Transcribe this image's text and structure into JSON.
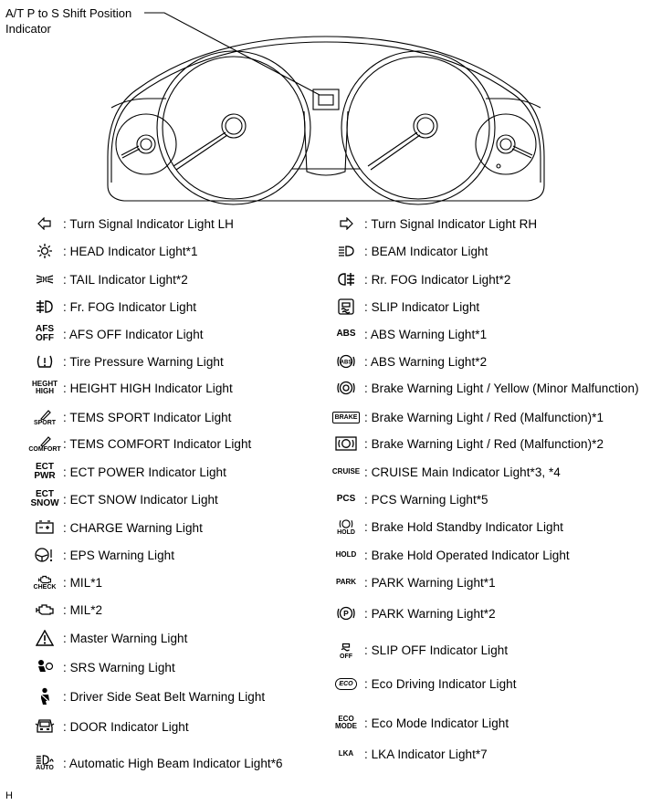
{
  "callout": {
    "line1": "A/T P to S Shift Position",
    "line2": "Indicator"
  },
  "footer": "H",
  "left": [
    {
      "icon": "turn-signal-left-icon",
      "label": ": Turn Signal Indicator Light LH"
    },
    {
      "icon": "headlight-sun-icon",
      "label": ": HEAD Indicator Light*1"
    },
    {
      "icon": "tail-light-icon",
      "label": ": TAIL Indicator Light*2"
    },
    {
      "icon": "front-fog-icon",
      "label": ": Fr. FOG Indicator Light"
    },
    {
      "icon": "afs-off-icon",
      "sym1": "AFS",
      "sym2": "OFF",
      "label": ": AFS OFF Indicator Light"
    },
    {
      "icon": "tire-pressure-icon",
      "label": ": Tire Pressure Warning Light"
    },
    {
      "icon": "height-high-icon",
      "sym1": "HEGHT",
      "sym2": "HIGH",
      "label": ": HEIGHT HIGH Indicator Light"
    },
    {
      "icon": "tems-sport-icon",
      "sym2": "SPORT",
      "label": ": TEMS SPORT Indicator Light"
    },
    {
      "icon": "tems-comfort-icon",
      "sym2": "COMFORT",
      "label": ": TEMS COMFORT Indicator Light"
    },
    {
      "icon": "ect-power-icon",
      "sym1": "ECT",
      "sym2": "PWR",
      "label": ": ECT POWER Indicator Light"
    },
    {
      "icon": "ect-snow-icon",
      "sym1": "ECT",
      "sym2": "SNOW",
      "label": ": ECT SNOW Indicator Light"
    },
    {
      "icon": "battery-icon",
      "label": ": CHARGE Warning Light"
    },
    {
      "icon": "eps-steering-icon",
      "label": ": EPS Warning Light"
    },
    {
      "icon": "check-engine-icon",
      "sym2": "CHECK",
      "label": ": MIL*1"
    },
    {
      "icon": "engine-icon",
      "label": ": MIL*2"
    },
    {
      "icon": "master-warning-icon",
      "label": ": Master Warning Light"
    },
    {
      "icon": "srs-airbag-icon",
      "label": ": SRS Warning Light"
    },
    {
      "icon": "seat-belt-icon",
      "label": ": Driver Side Seat Belt Warning Light"
    },
    {
      "icon": "door-icon",
      "label": ": DOOR Indicator Light"
    },
    {
      "icon": "auto-high-beam-icon",
      "sym2": "AUTO",
      "label": ": Automatic High Beam Indicator Light*6"
    }
  ],
  "right": [
    {
      "icon": "turn-signal-right-icon",
      "label": ": Turn Signal Indicator Light RH"
    },
    {
      "icon": "high-beam-icon",
      "label": ": BEAM Indicator Light"
    },
    {
      "icon": "rear-fog-icon",
      "label": ": Rr. FOG Indicator Light*2"
    },
    {
      "icon": "slip-icon",
      "label": ": SLIP Indicator Light"
    },
    {
      "icon": "abs-text-icon",
      "sym1": "ABS",
      "label": ": ABS Warning Light*1"
    },
    {
      "icon": "abs-circle-icon",
      "label": ": ABS Warning Light*2"
    },
    {
      "icon": "brake-yellow-icon",
      "label": ": Brake Warning Light / Yellow (Minor Malfunction)"
    },
    {
      "icon": "brake-text-icon",
      "sym1": "BRAKE",
      "label": ": Brake Warning Light / Red (Malfunction)*1"
    },
    {
      "icon": "brake-circle-box-icon",
      "label": ": Brake Warning Light / Red (Malfunction)*2"
    },
    {
      "icon": "cruise-icon",
      "sym1": "CRUISE",
      "label": ": CRUISE Main Indicator Light*3, *4"
    },
    {
      "icon": "pcs-icon",
      "sym1": "PCS",
      "label": ": PCS Warning Light*5"
    },
    {
      "icon": "brake-hold-standby-icon",
      "sym2": "HOLD",
      "label": ": Brake Hold Standby Indicator Light"
    },
    {
      "icon": "brake-hold-operated-icon",
      "sym1": "HOLD",
      "label": ": Brake Hold Operated Indicator Light"
    },
    {
      "icon": "park-text-icon",
      "sym1": "PARK",
      "label": ": PARK Warning Light*1"
    },
    {
      "icon": "park-circle-icon",
      "label": ": PARK Warning Light*2"
    },
    {
      "icon": "slip-off-icon",
      "sym2": "OFF",
      "label": ": SLIP OFF Indicator Light"
    },
    {
      "icon": "eco-driving-icon",
      "sym1": "ECO",
      "label": ": Eco Driving Indicator Light"
    },
    {
      "icon": "eco-mode-icon",
      "sym1": "ECO",
      "sym2": "MODE",
      "label": ": Eco Mode Indicator Light"
    },
    {
      "icon": "lka-icon",
      "sym1": "LKA",
      "label": ": LKA Indicator Light*7"
    }
  ]
}
